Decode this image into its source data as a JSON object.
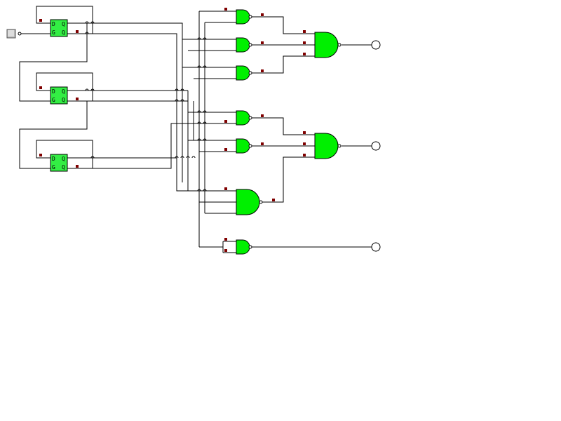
{
  "circuit": {
    "clock_input": {
      "icon": "clock-source-icon"
    },
    "flip_flops": [
      {
        "id": "ff1",
        "labels": {
          "tl": "D",
          "tr": "Q",
          "bl": "G",
          "br": "Q"
        }
      },
      {
        "id": "ff2",
        "labels": {
          "tl": "D",
          "tr": "Q",
          "bl": "G",
          "br": "Q"
        }
      },
      {
        "id": "ff3",
        "labels": {
          "tl": "D",
          "tr": "Q",
          "bl": "G",
          "br": "Q"
        }
      }
    ],
    "gates": [
      {
        "id": "nand1",
        "type": "and-with-bubble"
      },
      {
        "id": "nand2",
        "type": "and-with-bubble"
      },
      {
        "id": "nand3",
        "type": "and-with-bubble"
      },
      {
        "id": "nand4",
        "type": "and-with-bubble"
      },
      {
        "id": "nand5",
        "type": "and-with-bubble"
      },
      {
        "id": "and-large",
        "type": "and"
      },
      {
        "id": "nand7",
        "type": "and-with-bubble"
      },
      {
        "id": "nand-out1",
        "type": "and-with-bubble"
      },
      {
        "id": "nand-out2",
        "type": "and-with-bubble"
      }
    ],
    "outputs": [
      "out1",
      "out2",
      "out3"
    ],
    "colors": {
      "gate_fill": "#00f000",
      "flipflop_fill": "#33ee44",
      "pin": "#800000",
      "wire": "#000000"
    }
  }
}
